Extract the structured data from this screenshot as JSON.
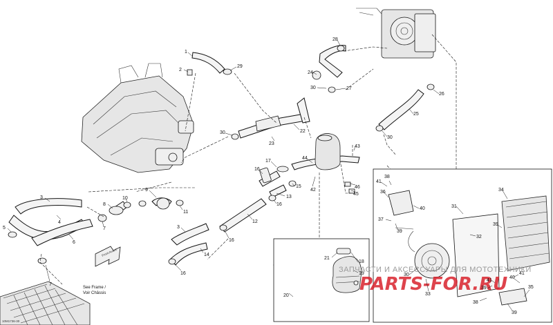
{
  "callouts": [
    "1",
    "2",
    "3",
    "3",
    "4",
    "5",
    "6",
    "7",
    "7",
    "8",
    "9",
    "10",
    "11",
    "12",
    "13",
    "14",
    "15",
    "16",
    "16",
    "16",
    "16",
    "17",
    "18",
    "19",
    "20",
    "21",
    "22",
    "23",
    "24",
    "25",
    "26",
    "27",
    "28",
    "29",
    "30",
    "30",
    "30",
    "30",
    "31",
    "32",
    "33",
    "34",
    "35",
    "36",
    "37",
    "38",
    "38",
    "39",
    "39",
    "39",
    "39",
    "40",
    "40",
    "41",
    "41",
    "41",
    "42",
    "43",
    "44",
    "45",
    "46"
  ],
  "labels": {
    "front_arrow": "Front Avant",
    "see_frame": "See Frame /",
    "voir_chassis": "Voir Châssis",
    "ref_code": "10M1736-30"
  },
  "watermark": {
    "text": "ЗАПЧАСТИ И АКСЕССУАРЫ ДЛЯ МОТОТЕХНИКИ",
    "logo": "PARTS-FOR.RU"
  }
}
